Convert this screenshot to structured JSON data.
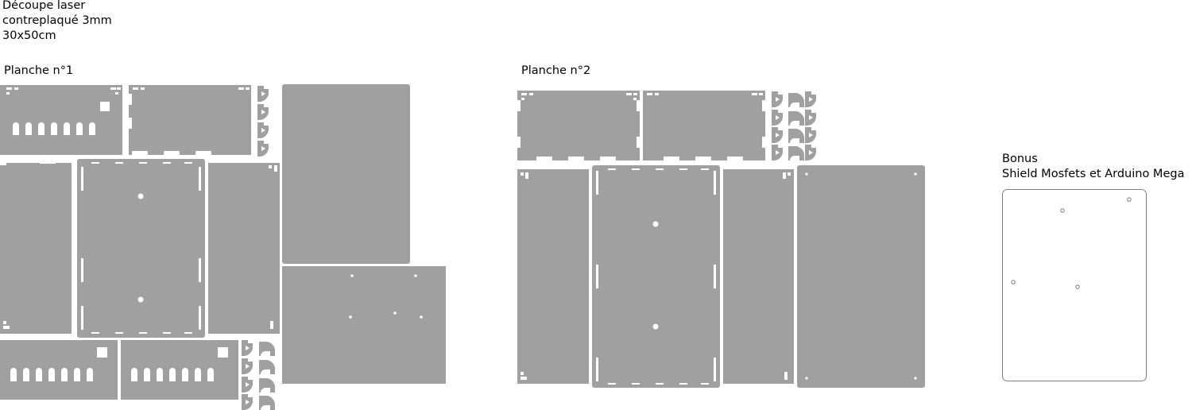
{
  "header": {
    "line1": "Découpe laser",
    "line2": "contreplaqué 3mm",
    "line3": "30x50cm"
  },
  "sheets": [
    {
      "label": "Planche n°1"
    },
    {
      "label": "Planche n°2"
    }
  ],
  "bonus": {
    "line1": "Bonus",
    "line2": "Shield Mosfets et Arduino Mega"
  },
  "colors": {
    "part_fill": "#a0a0a0",
    "outline": "#808080",
    "background": "#ffffff"
  }
}
